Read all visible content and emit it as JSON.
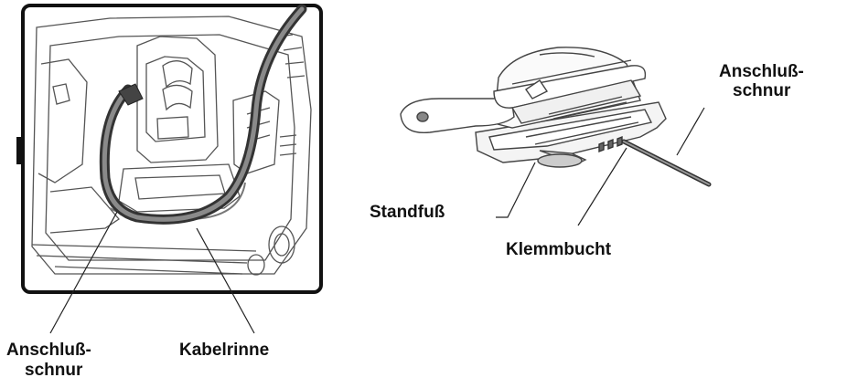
{
  "left_figure": {
    "labels": {
      "cord_line1": "Anschluß-",
      "cord_line2": "schnur",
      "channel": "Kabelrinne"
    }
  },
  "right_figure": {
    "labels": {
      "cord_line1": "Anschluß-",
      "cord_line2": "schnur",
      "stand": "Standfuß",
      "clamp": "Klemmbucht"
    }
  },
  "colors": {
    "line": "#222222",
    "cable_outer": "#333333",
    "cable_inner": "#8a8a8a",
    "frame": "#111111"
  }
}
